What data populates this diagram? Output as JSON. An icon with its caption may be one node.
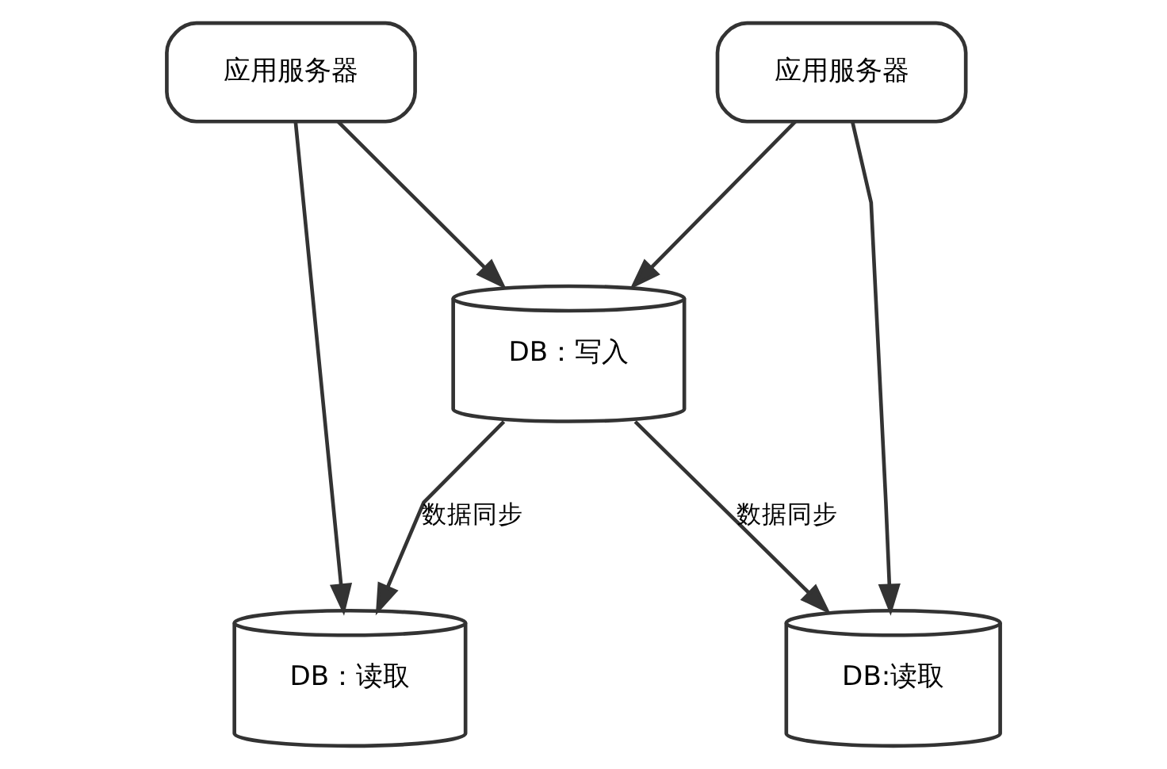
{
  "diagram": {
    "nodes": [
      {
        "text": [
          "应用服务器"
        ]
      },
      {
        "text": [
          "应用服务器"
        ]
      },
      {
        "text": [
          "DB：写入"
        ]
      },
      {
        "text": [
          "DB：读取"
        ]
      },
      {
        "text": [
          "DB:读取"
        ]
      }
    ],
    "edges": [
      {
        "from": 0,
        "to": 2,
        "arrow": "to"
      },
      {
        "from": 1,
        "to": 2,
        "arrow": "to"
      },
      {
        "from": 0,
        "to": 3,
        "arrow": "to"
      },
      {
        "from": 1,
        "to": 4,
        "arrow": "to"
      },
      {
        "from": 2,
        "to": 3,
        "arrow": "to",
        "label": "数据同步"
      },
      {
        "from": 2,
        "to": 4,
        "arrow": "to",
        "label": "数据同步"
      }
    ]
  }
}
